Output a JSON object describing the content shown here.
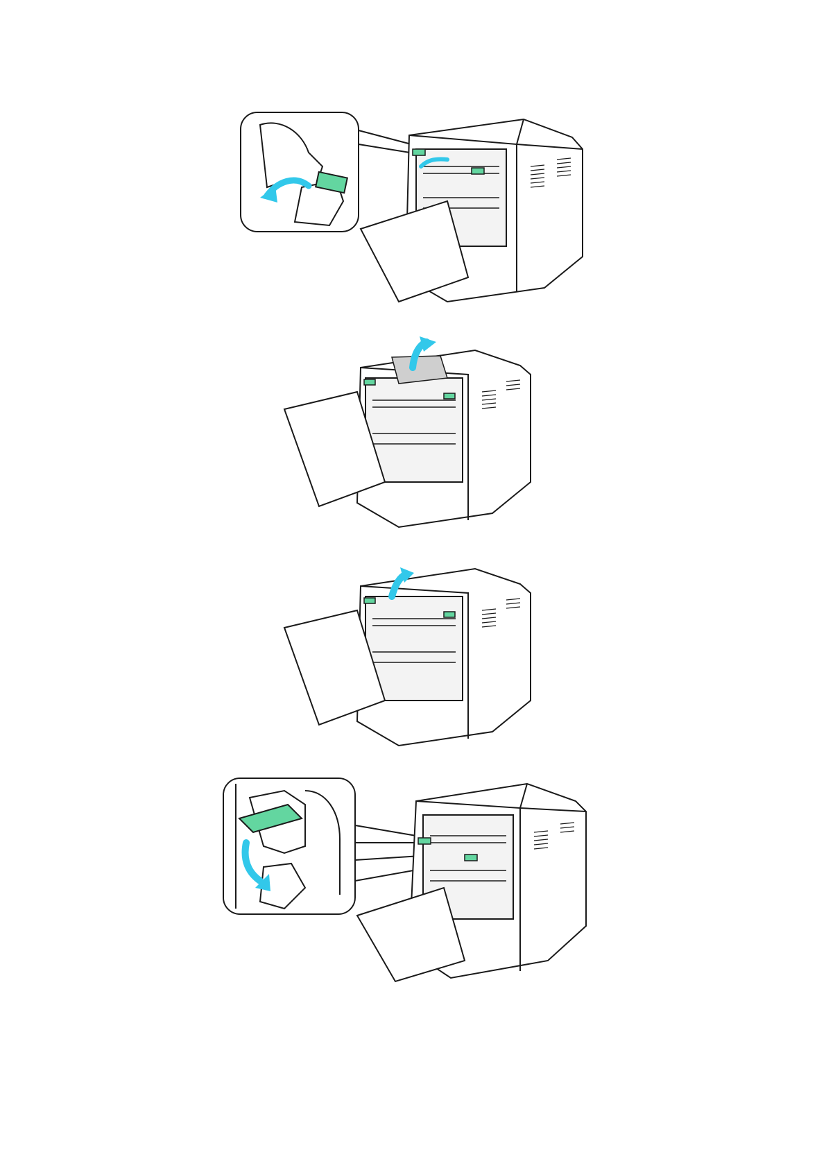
{
  "colors": {
    "line": "#1a1a1a",
    "fill": "#ffffff",
    "shade": "#d9d9d9",
    "lever_green": "#63d6a0",
    "arrow_cyan": "#32c8ea",
    "paper_gray": "#cfcfcf"
  },
  "steps": [
    {
      "name": "pull-fuser-levers-forward",
      "arrow": "curved-arrow-left",
      "callout": true
    },
    {
      "name": "remove-jammed-paper-upward",
      "arrow": "curved-arrow-up",
      "callout": false
    },
    {
      "name": "check-paper-path-upward",
      "arrow": "curved-arrow-up",
      "callout": false
    },
    {
      "name": "return-fuser-levers-down",
      "arrow": "curved-arrow-down",
      "callout": true
    }
  ]
}
